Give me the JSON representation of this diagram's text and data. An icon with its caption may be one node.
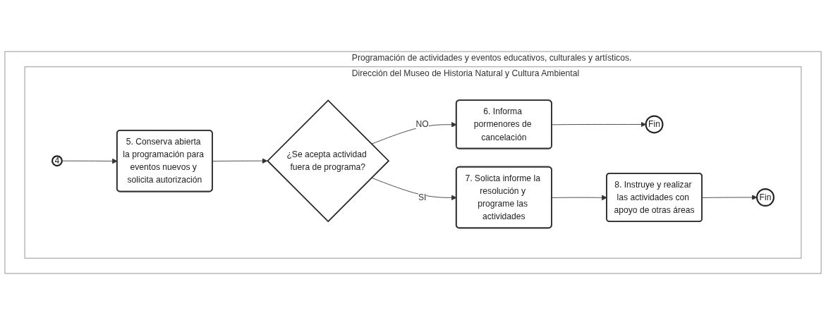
{
  "diagram": {
    "nodes": [
      {
        "text": [
          "Programación de actividades y eventos educativos, culturales y artísticos."
        ]
      },
      {
        "text": [
          "Dirección del Museo de Historia Natural y Cultura Ambiental"
        ],
        "in": 0
      },
      {
        "text": [
          "4"
        ],
        "in": 1
      },
      {
        "text": [
          "5. Conserva abierta la programación para eventos nuevos y solicita autorización"
        ],
        "in": 1
      },
      {
        "text": [
          "¿Se acepta actividad fuera de programa?"
        ],
        "in": 1
      },
      {
        "text": [
          "6. Informa pormenores de cancelación"
        ],
        "in": 1
      },
      {
        "text": [
          "Fin"
        ],
        "in": 1
      },
      {
        "text": [
          "7. Solicta informe la resolución y programe las actividades"
        ],
        "in": 1
      },
      {
        "text": [
          "8. Instruye y realizar las actividades con apoyo de otras áreas"
        ],
        "in": 1
      },
      {
        "text": [
          "Fin"
        ],
        "in": 1
      }
    ],
    "edges": [
      {
        "from": 2,
        "to": 3,
        "arrow": "to"
      },
      {
        "from": 3,
        "to": 4,
        "arrow": "to"
      },
      {
        "from": 4,
        "to": 7,
        "label": "SI",
        "arrow": "to"
      },
      {
        "from": 4,
        "to": 5,
        "label": "NO",
        "arrow": "to"
      },
      {
        "from": 5,
        "to": 6,
        "arrow": "to"
      },
      {
        "from": 7,
        "to": 8,
        "arrow": "to"
      },
      {
        "from": 8,
        "to": 9,
        "arrow": "to"
      }
    ]
  }
}
